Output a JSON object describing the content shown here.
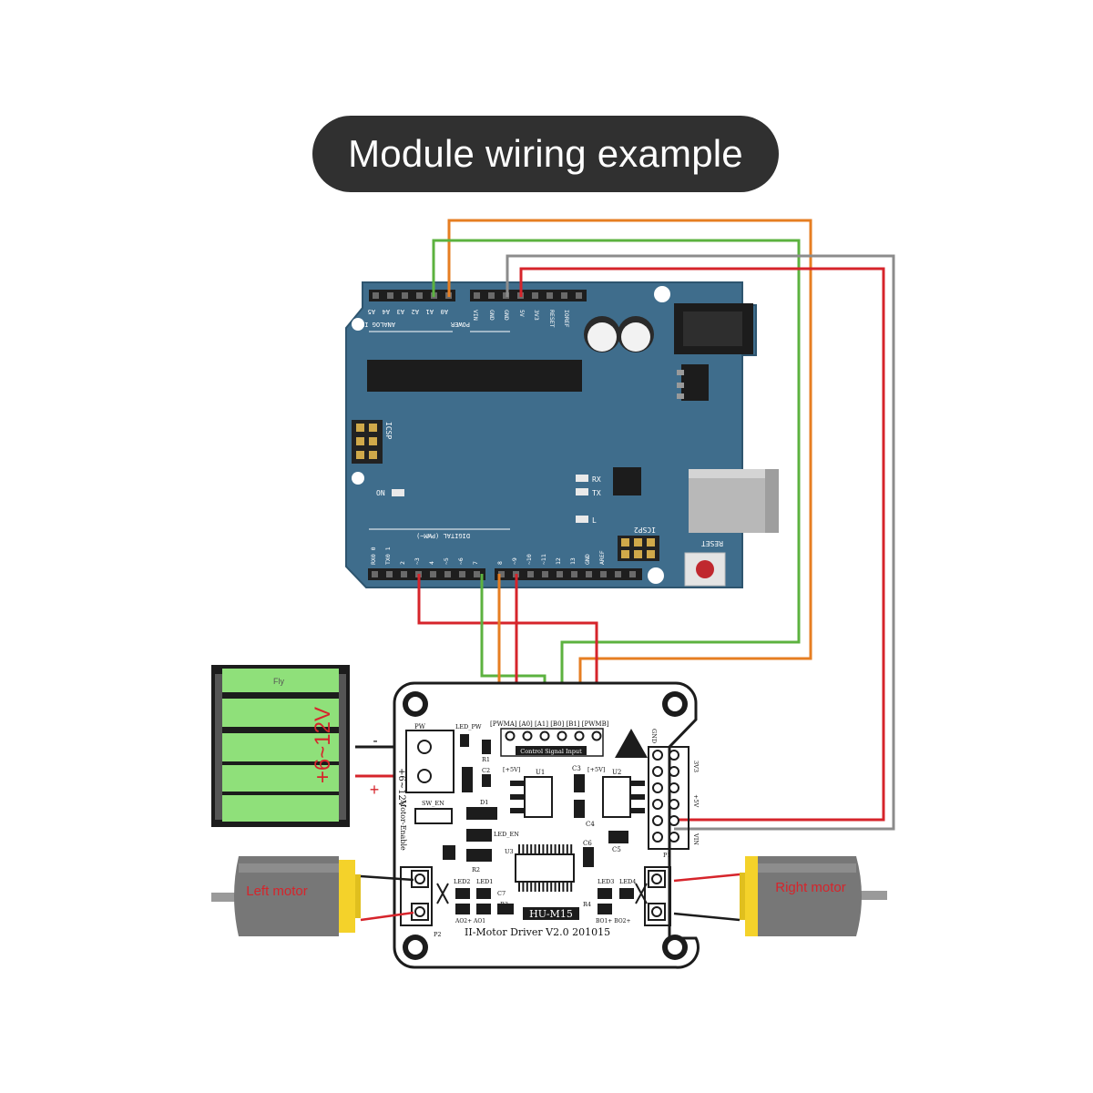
{
  "title": "Module wiring example",
  "colors": {
    "title_bg": "#303030",
    "arduino_blue": "#3f6d8c",
    "wire_orange": "#e67e22",
    "wire_green": "#5cb23f",
    "wire_red": "#d6242b",
    "wire_gray": "#8c8c8c",
    "battery_green": "#8fe07a",
    "motor_yellow": "#f4d22a",
    "motor_gray": "#777777"
  },
  "arduino": {
    "analog_pins": [
      "A5",
      "A4",
      "A3",
      "A2",
      "A1",
      "A0"
    ],
    "analog_label": "ANALOG IN",
    "power_pins": [
      "VIN",
      "GND",
      "GND",
      "5V",
      "3V3",
      "RESET",
      "IOREF"
    ],
    "power_label": "POWER",
    "icsp_label": "ICSP",
    "icsp2_label": "ICSP2",
    "on_label": "ON",
    "rx_label": "RX",
    "tx_label": "TX",
    "l_label": "L",
    "reset_label": "RESET",
    "digital_label": "DIGITAL (PWM~)",
    "digital_pins_left": [
      "RX0 0",
      "TX0 1",
      "2",
      "~3",
      "4",
      "~5",
      "~6",
      "7"
    ],
    "digital_pins_right": [
      "8",
      "~9",
      "~10",
      "~11",
      "12",
      "13",
      "GND",
      "AREF"
    ]
  },
  "battery": {
    "label": "Fly",
    "voltage": "+6~12V",
    "minus": "-",
    "plus": "+"
  },
  "driver": {
    "header_pins": "[PWMA] [A0] [A1] [B0] [B1] [PWMB]",
    "control_label": "Control Signal Input",
    "pw_label": "PW",
    "led_pw": "LED_PW",
    "r1": "R1",
    "c2": "C2",
    "d1": "D1",
    "sw_en": "SW_EN",
    "led_en": "LED_EN",
    "u1": "U1",
    "u2": "U2",
    "u3": "U3",
    "c3": "C3",
    "c4": "C4",
    "c5": "C5",
    "c6": "C6",
    "c7": "C7",
    "r2": "R2",
    "r3": "R3",
    "r4": "R4",
    "led1": "LED1",
    "led2": "LED2",
    "led3": "LED3",
    "led4": "LED4",
    "plus5v_left": "[+5V]",
    "plus5v_right": "[+5V]",
    "vin_label": "+6~12V",
    "motor_enable": "Motor-Enable",
    "model": "HU-M15",
    "version": "II-Motor Driver  V2.0  201015",
    "ao_labels": "AO2+ AO1",
    "bo_labels": "BO1+ BO2+",
    "p1": "P1",
    "p2": "P2",
    "right_header_top": "GND",
    "right_header_mid": "3V3",
    "right_header_5v": "+5V",
    "right_header_vin": "VIN"
  },
  "motors": {
    "left": "Left motor",
    "right": "Right motor"
  }
}
